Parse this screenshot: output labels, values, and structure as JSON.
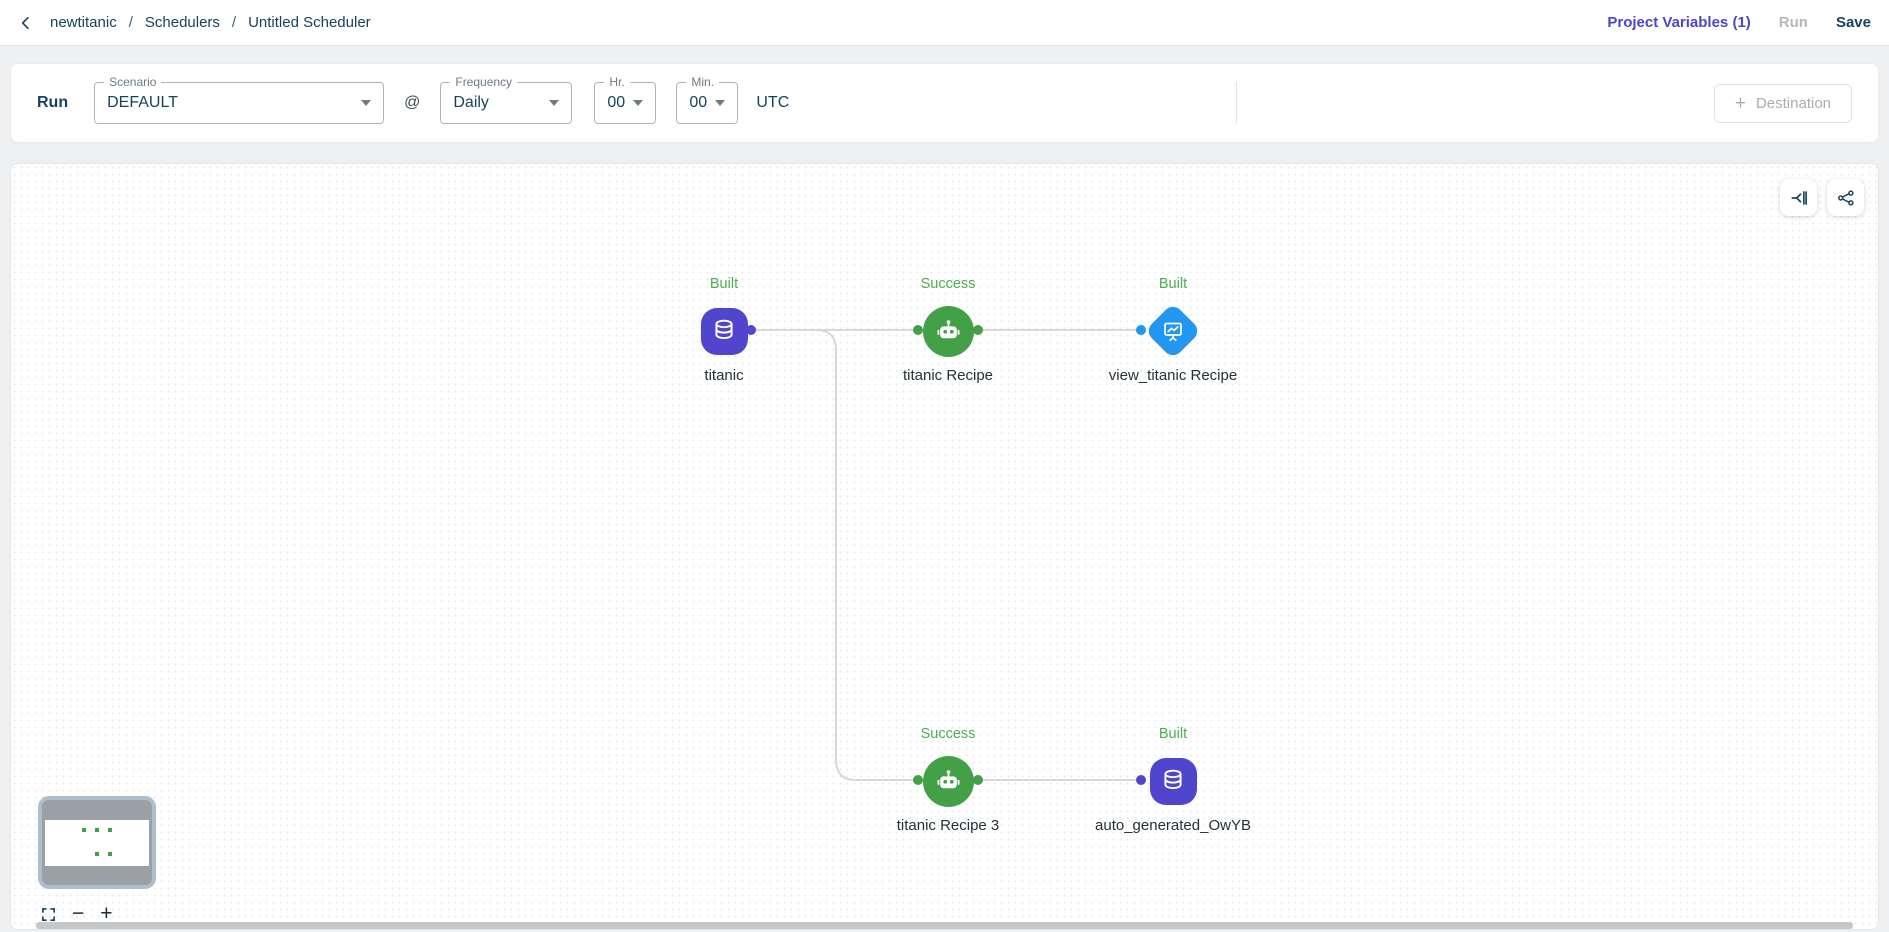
{
  "header": {
    "breadcrumb": {
      "items": [
        "newtitanic",
        "Schedulers",
        "Untitled Scheduler"
      ],
      "separator": "/"
    },
    "project_variables_label": "Project Variables (1)",
    "run_label": "Run",
    "save_label": "Save"
  },
  "toolbar": {
    "run_label": "Run",
    "scenario": {
      "label": "Scenario",
      "value": "DEFAULT"
    },
    "at": "@",
    "frequency": {
      "label": "Frequency",
      "value": "Daily"
    },
    "hour": {
      "label": "Hr.",
      "value": "00"
    },
    "minute": {
      "label": "Min.",
      "value": "00"
    },
    "timezone": "UTC",
    "destination": {
      "plus": "+",
      "label": "Destination"
    }
  },
  "canvas": {
    "nodes": [
      {
        "status": "Built",
        "label": "titanic",
        "type": "dataset",
        "shape": "squircle",
        "color": "#4f46cd",
        "icon": "database-icon"
      },
      {
        "status": "Success",
        "label": "titanic Recipe",
        "type": "recipe",
        "shape": "circle",
        "color": "#43a047",
        "icon": "robot-icon"
      },
      {
        "status": "Built",
        "label": "view_titanic Recipe",
        "type": "insight",
        "shape": "diamond",
        "color": "#2196f3",
        "icon": "chart-board-icon"
      },
      {
        "status": "Success",
        "label": "titanic Recipe 3",
        "type": "recipe",
        "shape": "circle",
        "color": "#43a047",
        "icon": "robot-icon"
      },
      {
        "status": "Built",
        "label": "auto_generated_OwYB",
        "type": "dataset",
        "shape": "squircle",
        "color": "#4f46cd",
        "icon": "database-icon"
      }
    ],
    "zoom_controls": {
      "minus": "−",
      "plus": "+"
    }
  },
  "colors": {
    "dataset_purple": "#4f46cd",
    "recipe_green": "#43a047",
    "insight_blue": "#2196f3",
    "status_green": "#4caf50",
    "navy_text": "#16425f",
    "link_indigo": "#4c46c8"
  }
}
